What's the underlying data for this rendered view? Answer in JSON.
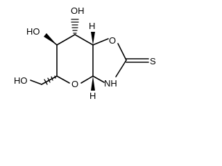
{
  "molecule": {
    "atoms": {
      "oh_top": "OH",
      "ho_left": "HO",
      "ho_bottom": "HO",
      "ring_oxygen": "O",
      "oxazole_oxygen": "O",
      "nitrogen_h": "NH",
      "sulfur": "S",
      "h_top": "H",
      "h_bottom": "H"
    }
  }
}
